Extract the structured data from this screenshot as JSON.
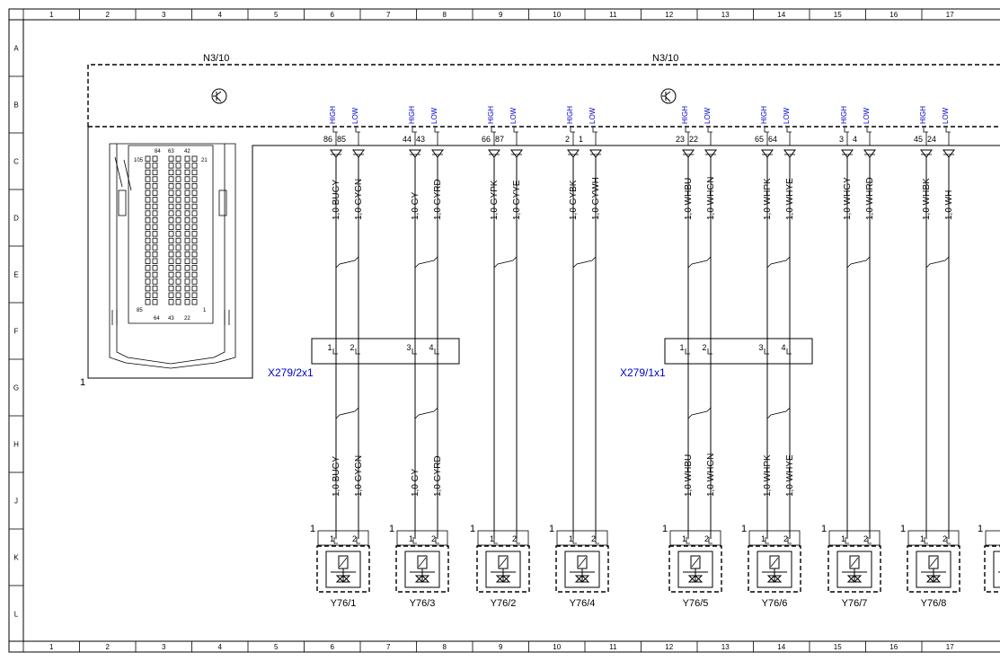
{
  "frame": {
    "columns": [
      "1",
      "2",
      "3",
      "4",
      "5",
      "6",
      "7",
      "8",
      "9",
      "10",
      "11",
      "12",
      "13",
      "14",
      "15",
      "16",
      "17"
    ],
    "rows": [
      "A",
      "B",
      "C",
      "D",
      "E",
      "F",
      "G",
      "H",
      "J",
      "K",
      "L"
    ]
  },
  "ecu": {
    "labels": [
      "N3/10",
      "N3/10"
    ],
    "connector_pins": {
      "top": [
        "84",
        "63",
        "42"
      ],
      "left_top": "105",
      "right_top": "21",
      "left_bottom": "85",
      "bottom": [
        "64",
        "43",
        "22"
      ],
      "right_bottom": "1"
    },
    "mount_marker": "1"
  },
  "wires": [
    {
      "pin": "86",
      "sig": "HIGH",
      "top": "1,0 BUGY",
      "bottom": "1,0 BUGY",
      "tpin": "1"
    },
    {
      "pin": "85",
      "sig": "LOW",
      "top": "1,0 GYGN",
      "bottom": "1,0 GYGN",
      "tpin": "2"
    },
    {
      "pin": "44",
      "sig": "HIGH",
      "top": "1,0 GY",
      "bottom": "1,0 GY",
      "tpin": "3"
    },
    {
      "pin": "43",
      "sig": "LOW",
      "top": "1,0 GYRD",
      "bottom": "1,0 GYRD",
      "tpin": "4"
    },
    {
      "pin": "66",
      "sig": "HIGH",
      "top": "1,0 GYPK",
      "bottom": "",
      "tpin": ""
    },
    {
      "pin": "87",
      "sig": "LOW",
      "top": "1,0 GYYE",
      "bottom": "",
      "tpin": ""
    },
    {
      "pin": "2",
      "sig": "HIGH",
      "top": "1,0 GYBK",
      "bottom": "",
      "tpin": ""
    },
    {
      "pin": "1",
      "sig": "LOW",
      "top": "1,0 GYWH",
      "bottom": "",
      "tpin": ""
    },
    {
      "pin": "23",
      "sig": "HIGH",
      "top": "1,0 WHBU",
      "bottom": "1,0 WHBU",
      "tpin": "1"
    },
    {
      "pin": "22",
      "sig": "LOW",
      "top": "1,0 WHGN",
      "bottom": "1,0 WHGN",
      "tpin": "2"
    },
    {
      "pin": "65",
      "sig": "HIGH",
      "top": "1,0 WHPK",
      "bottom": "1,0 WHPK",
      "tpin": "3"
    },
    {
      "pin": "64",
      "sig": "LOW",
      "top": "1,0 WHYE",
      "bottom": "1,0 WHYE",
      "tpin": "4"
    },
    {
      "pin": "3",
      "sig": "HIGH",
      "top": "1,0 WHGY",
      "bottom": "",
      "tpin": ""
    },
    {
      "pin": "4",
      "sig": "LOW",
      "top": "1,0 WHRD",
      "bottom": "",
      "tpin": ""
    },
    {
      "pin": "45",
      "sig": "HIGH",
      "top": "1,0 WHBK",
      "bottom": "",
      "tpin": ""
    },
    {
      "pin": "24",
      "sig": "LOW",
      "top": "1,0 WH",
      "bottom": "",
      "tpin": ""
    }
  ],
  "connectors": [
    {
      "name": "X279/2x1"
    },
    {
      "name": "X279/1x1"
    }
  ],
  "valves": [
    {
      "name": "Y76/1",
      "pins": [
        "1",
        "2"
      ],
      "marker": "1"
    },
    {
      "name": "Y76/3",
      "pins": [
        "1",
        "2"
      ],
      "marker": "1"
    },
    {
      "name": "Y76/2",
      "pins": [
        "1",
        "2"
      ],
      "marker": "1"
    },
    {
      "name": "Y76/4",
      "pins": [
        "1",
        "2"
      ],
      "marker": "1"
    },
    {
      "name": "Y76/5",
      "pins": [
        "1",
        "2"
      ],
      "marker": "1"
    },
    {
      "name": "Y76/6",
      "pins": [
        "1",
        "2"
      ],
      "marker": "1"
    },
    {
      "name": "Y76/7",
      "pins": [
        "1",
        "2"
      ],
      "marker": "1"
    },
    {
      "name": "Y76/8",
      "pins": [
        "1",
        "2"
      ],
      "marker": "1"
    },
    {
      "name": "",
      "pins": [],
      "marker": "1"
    }
  ],
  "icons": {
    "ground": "transistor-symbol-icon",
    "valve": "solenoid-valve-icon"
  }
}
